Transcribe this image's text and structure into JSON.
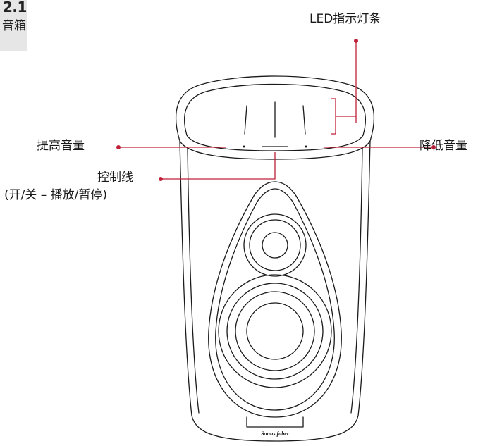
{
  "section": {
    "number": "2.1",
    "title": "音箱"
  },
  "callouts": {
    "led_strip": "LED指示灯条",
    "volume_up": "提高音量",
    "volume_down": "降低音量",
    "control_line1": "控制线",
    "control_line2": "(开/关 – 播放/暂停)"
  },
  "brand": "Sonus faber",
  "colors": {
    "callout": "#c0213a",
    "outline": "#1a1a1a",
    "section_tab": "#e6e6e6"
  }
}
